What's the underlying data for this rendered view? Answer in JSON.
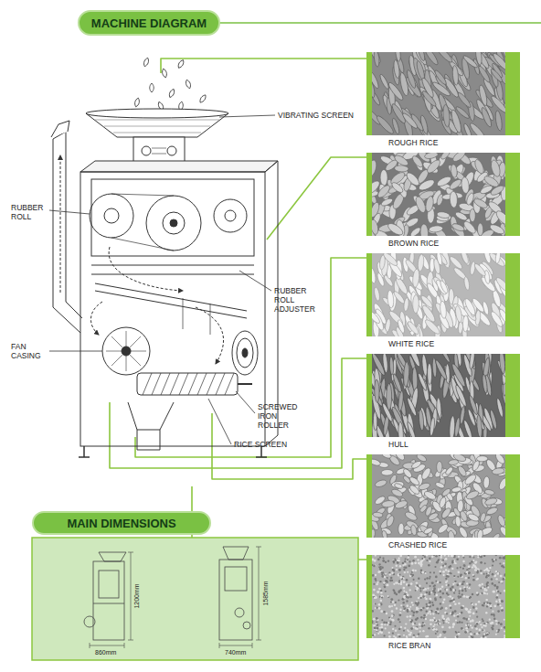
{
  "diagram": {
    "title": "MACHINE DIAGRAM",
    "nodes": [
      {
        "text": [
          "ROUGH RICE"
        ]
      },
      {
        "text": [
          "BROWN RICE"
        ]
      },
      {
        "text": [
          "WHITE RICE"
        ]
      },
      {
        "text": [
          "HULL"
        ]
      },
      {
        "text": [
          "CRASHED RICE"
        ]
      },
      {
        "text": [
          "RICE BRAN"
        ]
      },
      {
        "text": [
          "MAIN DIMENSIONS"
        ]
      }
    ],
    "labels": [
      "VIBRATING SCREEN",
      "RUBBER ROLL",
      "RUBBER ROLL ADJUSTER",
      "FAN CASING",
      "SCREWED IRON ROLLER",
      "RICE SCREEN",
      "1200mm",
      "860mm",
      "1585mm",
      "740mm"
    ]
  }
}
